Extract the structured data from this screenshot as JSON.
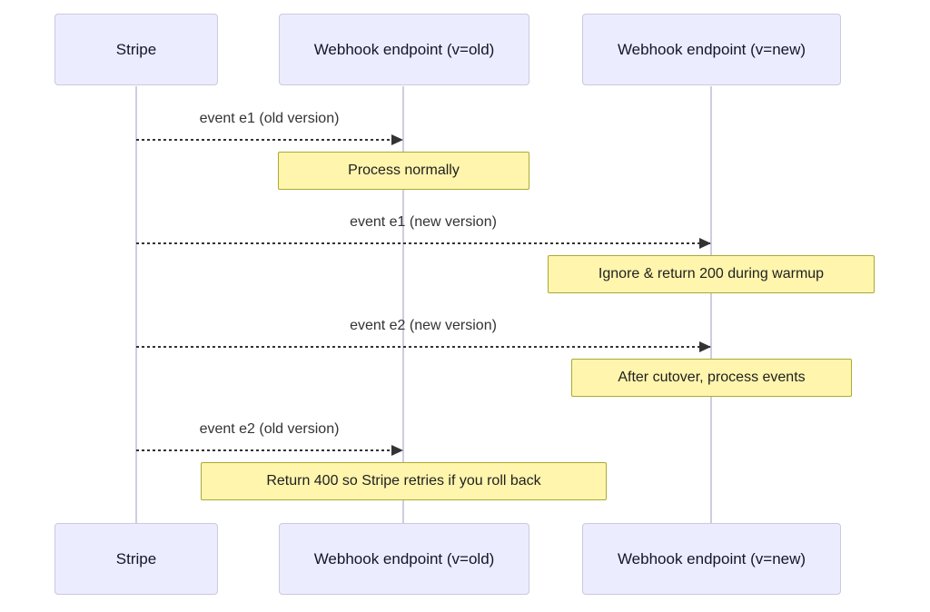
{
  "diagram": {
    "type": "sequence-diagram",
    "actors": [
      {
        "id": "stripe",
        "label": "Stripe"
      },
      {
        "id": "webhook-old",
        "label": "Webhook endpoint (v=old)"
      },
      {
        "id": "webhook-new",
        "label": "Webhook endpoint (v=new)"
      }
    ],
    "messages": [
      {
        "from": "stripe",
        "to": "webhook-old",
        "label": "event e1 (old version)",
        "line": "dashed",
        "arrowhead": "filled"
      },
      {
        "from": "stripe",
        "to": "webhook-new",
        "label": "event e1 (new version)",
        "line": "dashed",
        "arrowhead": "filled"
      },
      {
        "from": "stripe",
        "to": "webhook-new",
        "label": "event e2 (new version)",
        "line": "dashed",
        "arrowhead": "filled"
      },
      {
        "from": "stripe",
        "to": "webhook-old",
        "label": "event e2 (old version)",
        "line": "dashed",
        "arrowhead": "filled"
      }
    ],
    "notes": [
      {
        "over": "webhook-old",
        "label": "Process normally"
      },
      {
        "over": "webhook-new",
        "label": "Ignore & return 200 during warmup"
      },
      {
        "over": "webhook-new",
        "label": "After cutover, process events"
      },
      {
        "over": "webhook-old",
        "label": "Return 400 so Stripe retries if you roll back"
      }
    ],
    "colors": {
      "background": "#FFFFFF",
      "actor_fill": "#ECECFF",
      "actor_border": "#C9C9E0",
      "lifeline": "#CDCDE3",
      "note_fill": "#FFF5AD",
      "note_border": "#AAAA33",
      "message": "#333333"
    }
  }
}
